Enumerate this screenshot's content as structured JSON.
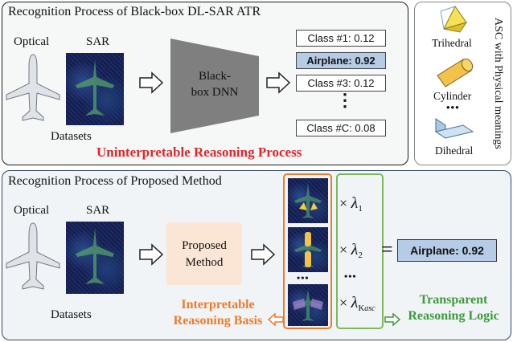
{
  "top": {
    "title": "Recognition Process of Black-box DL-SAR ATR",
    "optical_label": "Optical",
    "sar_label": "SAR",
    "datasets_label": "Datasets",
    "model_label_line1": "Black-",
    "model_label_line2": "box DNN",
    "classes": [
      "Class #1: 0.12",
      "Airplane: 0.92",
      "Class #3: 0.12",
      "Class #C: 0.08"
    ],
    "ellipsis": "⋮",
    "caption": "Uninterpretable Reasoning Process"
  },
  "side": {
    "title": "ASC with Physical meanings",
    "items": [
      "Trihedral",
      "Cylinder",
      "Dihedral"
    ],
    "ellipsis": "•••"
  },
  "bottom": {
    "title": "Recognition Process of Proposed Method",
    "optical_label": "Optical",
    "sar_label": "SAR",
    "datasets_label": "Datasets",
    "method_line1": "Proposed",
    "method_line2": "Method",
    "times": "×",
    "lambda": "λ",
    "lambda_subs": [
      "1",
      "2"
    ],
    "lambda_last_sub": "K",
    "lambda_last_subsub": "asc",
    "dots": "•••",
    "equals": "=",
    "result": "Airplane: 0.92",
    "basis_line1": "Interpretable",
    "basis_line2": "Reasoning Basis",
    "logic_line1": "Transparent",
    "logic_line2": "Reasoning Logic"
  },
  "colors": {
    "red": "#e0262b",
    "orange": "#ef7b2a",
    "green": "#3d9a3a",
    "highlight": "#b6cbe5",
    "method_fill": "#fbe6d6",
    "model_fill": "#7f7f7f"
  }
}
